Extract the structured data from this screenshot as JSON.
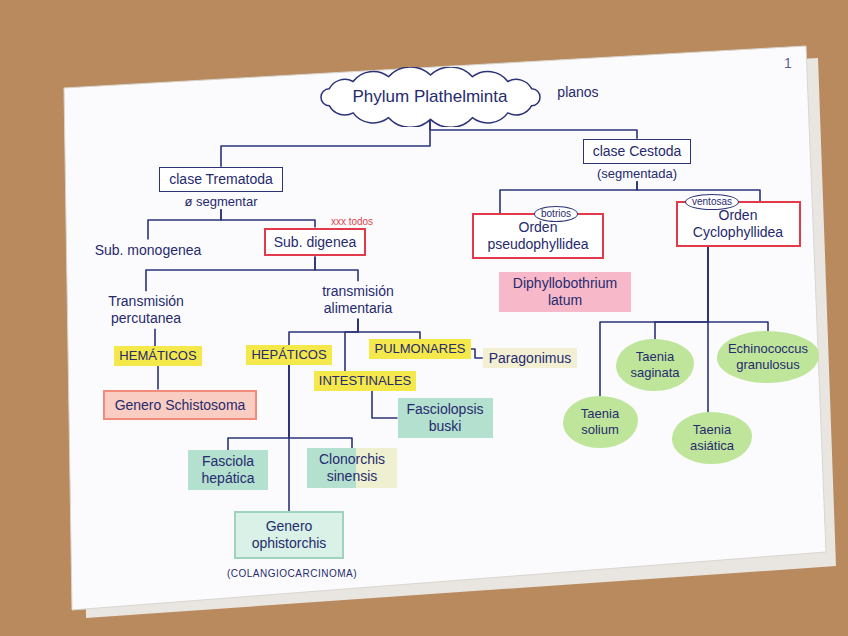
{
  "diagram": {
    "nodes": [
      {
        "text": [
          "Phylum Plathelminta"
        ]
      },
      {
        "text": [
          "clase Trematoda",
          "ø segmentar"
        ]
      },
      {
        "text": [
          "clase Cestoda",
          "(segmentada)"
        ]
      },
      {
        "text": [
          "Sub. monogenea"
        ]
      },
      {
        "text": [
          "Sub. digenea"
        ]
      },
      {
        "text": [
          "Orden pseudophyllidea"
        ]
      },
      {
        "text": [
          "Orden Cyclophyllidea"
        ]
      },
      {
        "text": [
          "Transmisión percutanea"
        ]
      },
      {
        "text": [
          "transmisión alimentaria"
        ]
      },
      {
        "text": [
          "Diphyllobothrium latum"
        ]
      },
      {
        "text": [
          "HEMÁTICOS"
        ]
      },
      {
        "text": [
          "HEPÁTICOS"
        ]
      },
      {
        "text": [
          "PULMONARES"
        ]
      },
      {
        "text": [
          "Paragonimus"
        ]
      },
      {
        "text": [
          "INTESTINALES"
        ]
      },
      {
        "text": [
          "Fasciolopsis buski"
        ]
      },
      {
        "text": [
          "Genero Schistosoma"
        ]
      },
      {
        "text": [
          "Fasciola hepática"
        ]
      },
      {
        "text": [
          "Clonorchis sinensis"
        ]
      },
      {
        "text": [
          "Genero ophistorchis"
        ]
      },
      {
        "text": [
          "Taenia saginata"
        ]
      },
      {
        "text": [
          "Echinococcus granulosus"
        ]
      },
      {
        "text": [
          "Taenia solium"
        ]
      },
      {
        "text": [
          "Taenia asiática"
        ]
      }
    ],
    "edges": [
      {
        "from": 0,
        "to": 1,
        "arrow": "none"
      },
      {
        "from": 0,
        "to": 2,
        "arrow": "none"
      },
      {
        "from": 1,
        "to": 3,
        "arrow": "none"
      },
      {
        "from": 1,
        "to": 4,
        "arrow": "none"
      },
      {
        "from": 2,
        "to": 5,
        "arrow": "none"
      },
      {
        "from": 2,
        "to": 6,
        "arrow": "none"
      },
      {
        "from": 4,
        "to": 7,
        "arrow": "none"
      },
      {
        "from": 4,
        "to": 8,
        "arrow": "none"
      },
      {
        "from": 7,
        "to": 10,
        "arrow": "none"
      },
      {
        "from": 10,
        "to": 16,
        "arrow": "none"
      },
      {
        "from": 8,
        "to": 11,
        "arrow": "none"
      },
      {
        "from": 8,
        "to": 14,
        "arrow": "none"
      },
      {
        "from": 8,
        "to": 12,
        "arrow": "none"
      },
      {
        "from": 12,
        "to": 13,
        "arrow": "none"
      },
      {
        "from": 14,
        "to": 15,
        "arrow": "none"
      },
      {
        "from": 11,
        "to": 17,
        "arrow": "none"
      },
      {
        "from": 11,
        "to": 18,
        "arrow": "none"
      },
      {
        "from": 11,
        "to": 19,
        "arrow": "none"
      },
      {
        "from": 6,
        "to": 22,
        "arrow": "none"
      },
      {
        "from": 6,
        "to": 20,
        "arrow": "none"
      },
      {
        "from": 6,
        "to": 23,
        "arrow": "none"
      },
      {
        "from": 6,
        "to": 21,
        "arrow": "none"
      }
    ],
    "labels": [
      "1",
      "planos",
      "xxx todos",
      "botrios",
      "ventosas",
      "(COLANGIOCARCINOMA)"
    ]
  }
}
